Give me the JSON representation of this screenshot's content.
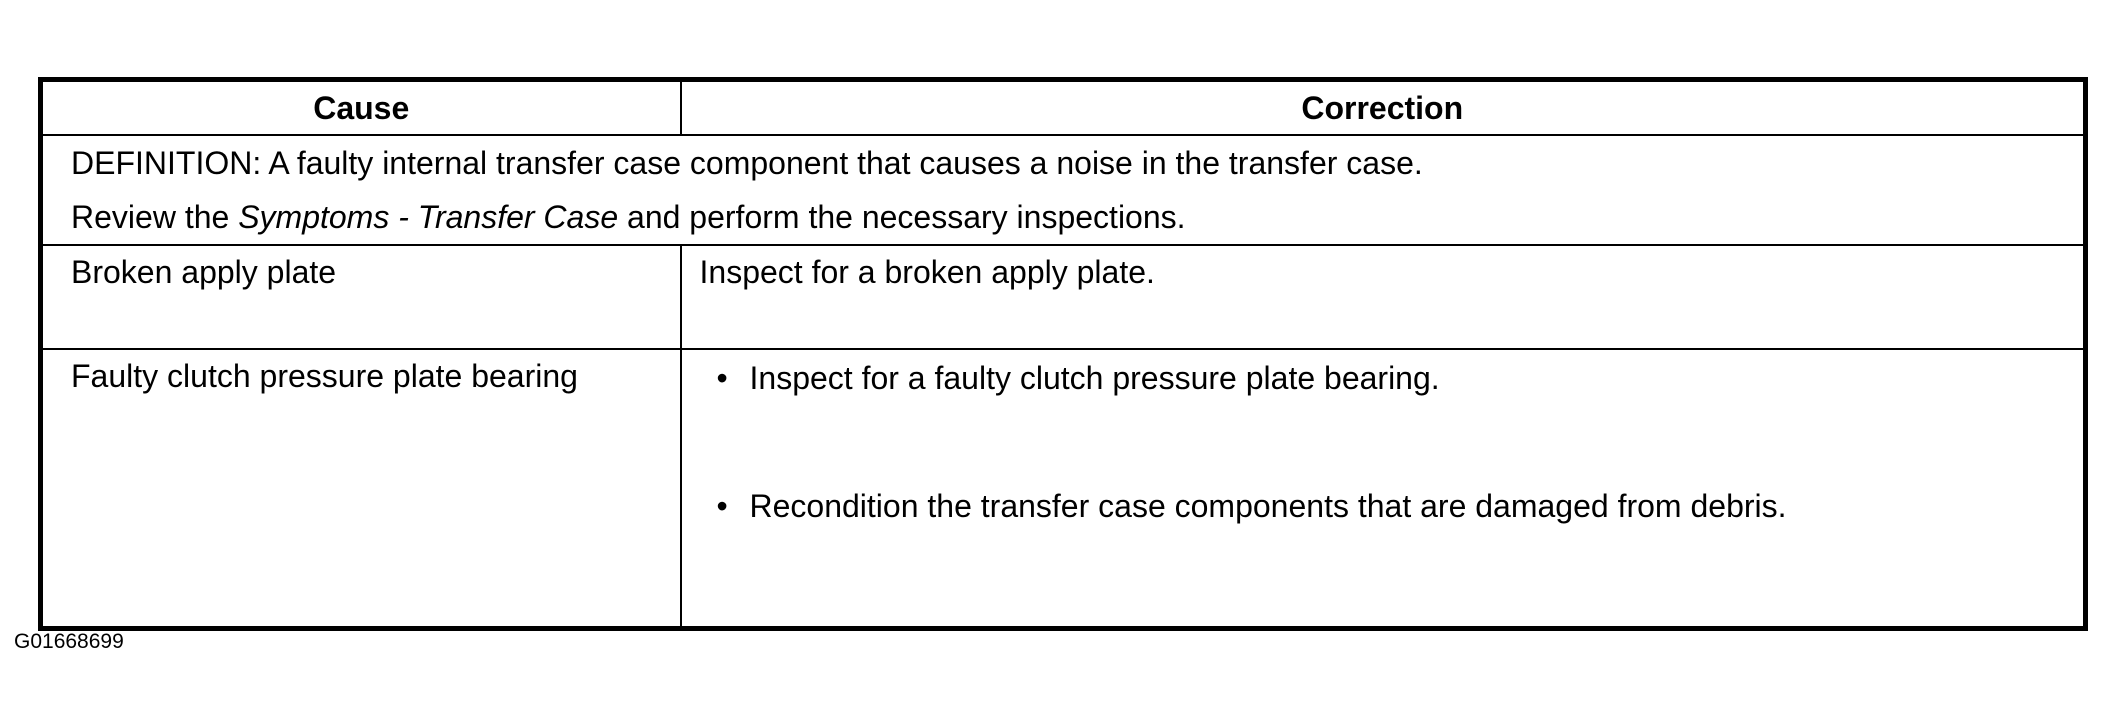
{
  "table": {
    "headers": {
      "cause": "Cause",
      "correction": "Correction"
    },
    "definition": {
      "line1": "DEFINITION: A faulty internal transfer case component that causes a noise in the transfer case.",
      "line2_prefix": "Review the ",
      "line2_link": "Symptoms - Transfer Case",
      "line2_suffix": " and perform the necessary inspections."
    },
    "rows": [
      {
        "cause": "Broken apply plate",
        "correction": "Inspect for a broken apply plate."
      },
      {
        "cause": "Faulty clutch pressure plate bearing",
        "corrections": [
          "Inspect for a faulty clutch pressure plate bearing.",
          "Recondition the transfer case components that are damaged from debris."
        ]
      }
    ],
    "bullet_glyph": "•"
  },
  "figure_id": "G01668699"
}
